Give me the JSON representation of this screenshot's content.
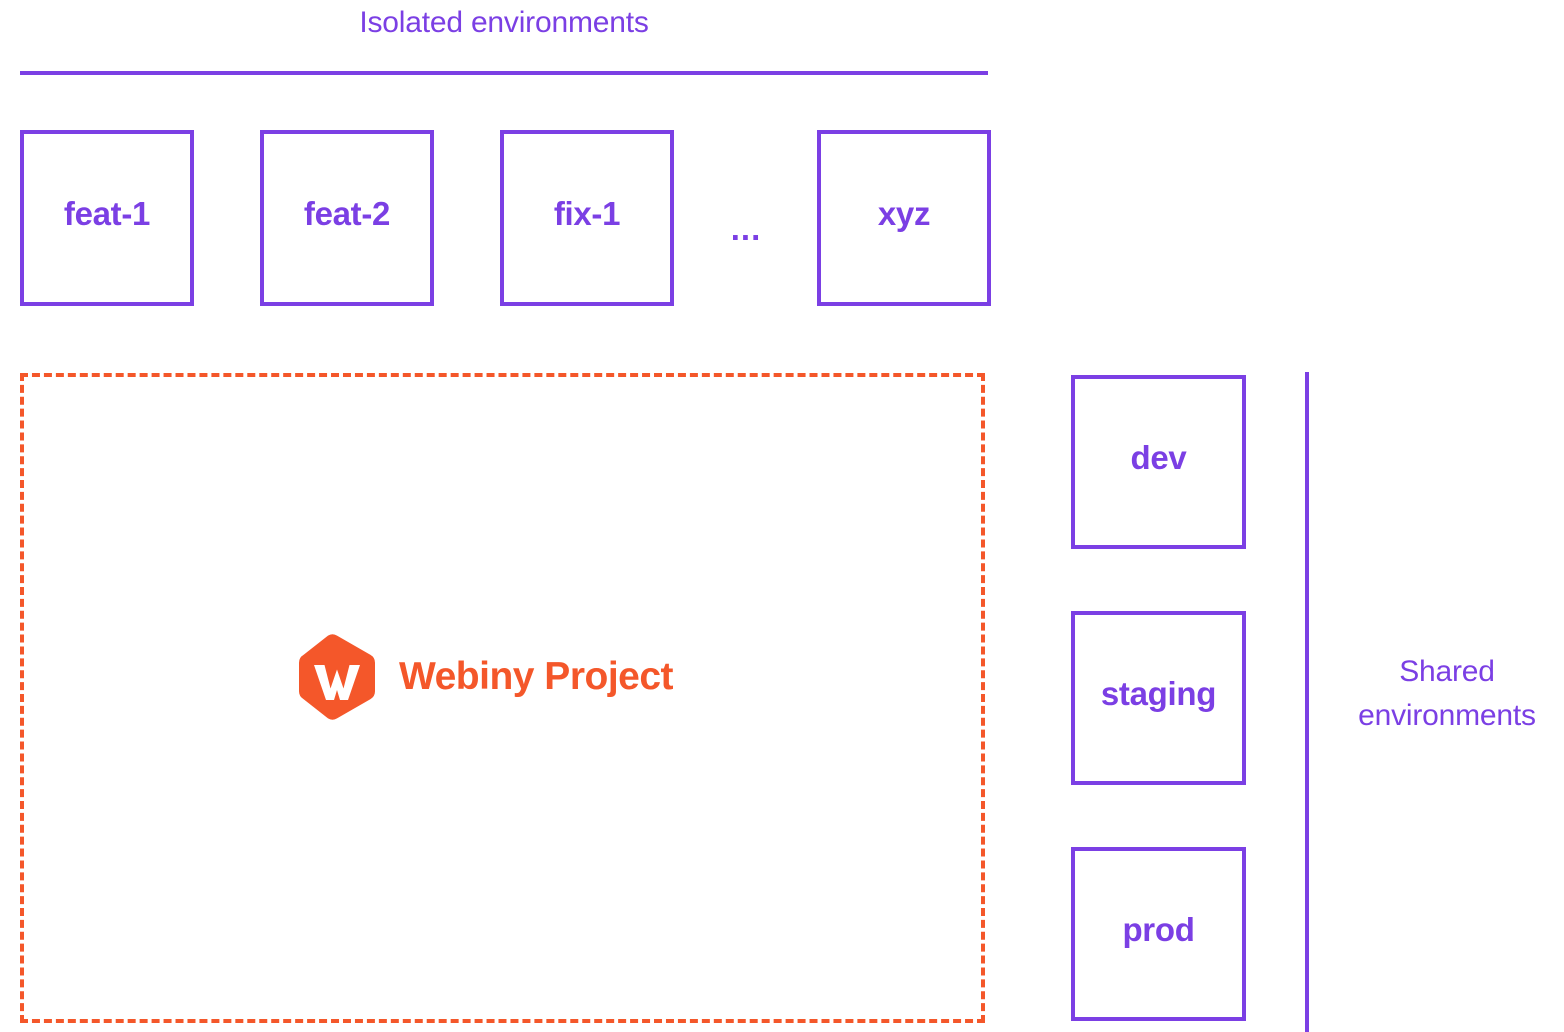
{
  "diagram": {
    "background": "#FFFFFF",
    "accent_purple": "#7B3FE4",
    "accent_orange": "#F4572A"
  },
  "isolated": {
    "title": "Isolated environments",
    "boxes": [
      {
        "label": "feat-1"
      },
      {
        "label": "feat-2"
      },
      {
        "label": "fix-1"
      },
      {
        "label": "xyz"
      }
    ],
    "ellipsis": "..."
  },
  "project": {
    "logo_icon": "webiny-hexagon-logo-icon",
    "logo_letter": "W",
    "name": "Webiny Project",
    "border_style": "dashed"
  },
  "shared": {
    "caption_line_1": "Shared",
    "caption_line_2": "environments",
    "boxes": [
      {
        "label": "dev"
      },
      {
        "label": "staging"
      },
      {
        "label": "prod"
      }
    ]
  }
}
